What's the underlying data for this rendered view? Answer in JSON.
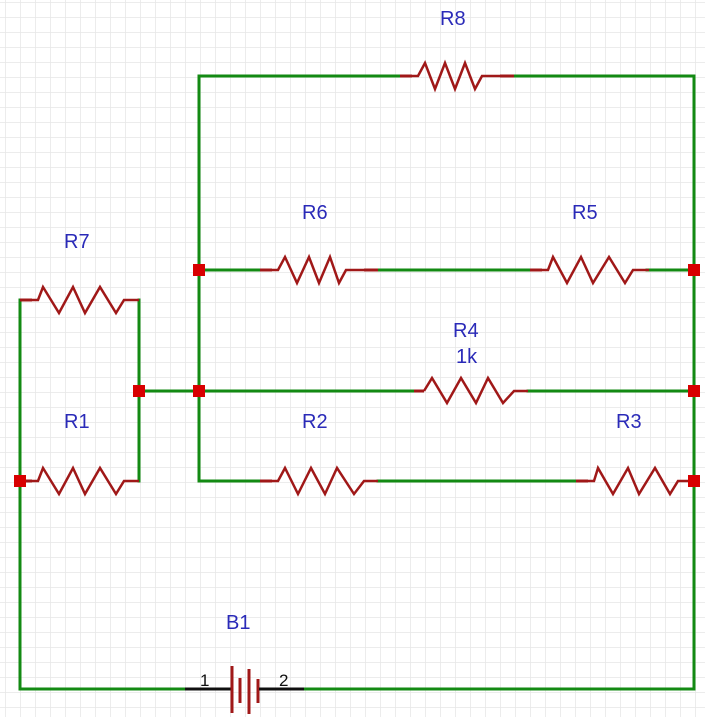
{
  "schematic": {
    "grid": "visible",
    "colors": {
      "wire": "#138a13",
      "component": "#a01818",
      "junction": "#d80000",
      "label": "#2a2ab8",
      "grid": "#e6e6e6"
    },
    "components": {
      "R1": {
        "designator": "R1",
        "value": ""
      },
      "R2": {
        "designator": "R2",
        "value": ""
      },
      "R3": {
        "designator": "R3",
        "value": ""
      },
      "R4": {
        "designator": "R4",
        "value": "1k"
      },
      "R5": {
        "designator": "R5",
        "value": ""
      },
      "R6": {
        "designator": "R6",
        "value": ""
      },
      "R7": {
        "designator": "R7",
        "value": ""
      },
      "R8": {
        "designator": "R8",
        "value": ""
      },
      "B1": {
        "designator": "B1",
        "pin1": "1",
        "pin2": "2"
      }
    }
  }
}
